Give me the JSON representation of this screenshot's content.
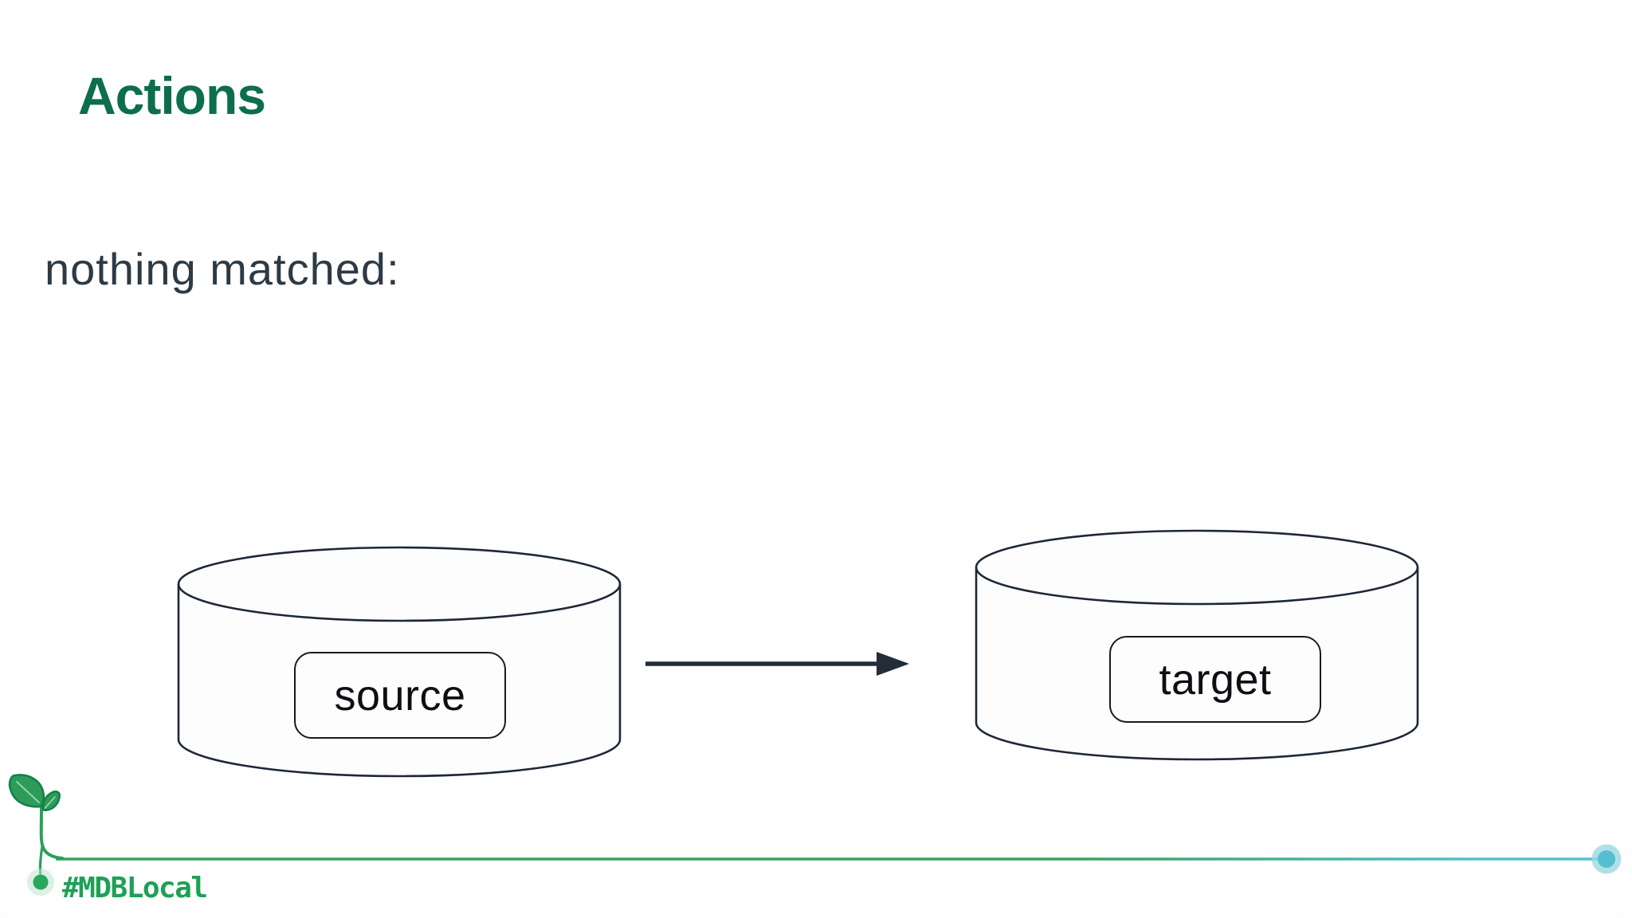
{
  "slide": {
    "title": "Actions",
    "subtitle": "nothing matched:"
  },
  "diagram": {
    "nodes": [
      {
        "id": "source",
        "label": "source",
        "shape": "database-cylinder"
      },
      {
        "id": "target",
        "label": "target",
        "shape": "database-cylinder"
      }
    ],
    "edges": [
      {
        "from": "source",
        "to": "target",
        "style": "solid-arrow",
        "color": "#232c39"
      }
    ]
  },
  "footer": {
    "hashtag": "#MDBLocal",
    "icons": [
      {
        "name": "sprout-icon",
        "color": "#2d9c59"
      },
      {
        "name": "timeline-start-dot",
        "color": "#2aa75c"
      },
      {
        "name": "timeline-end-dot",
        "color": "#54bfce"
      }
    ],
    "line": {
      "start_color": "#36a35f",
      "end_color": "#54c0cf"
    }
  },
  "colors": {
    "title_green": "#0d6e4e",
    "subtitle_slate": "#2c3a45",
    "outline_dark": "#1d2736",
    "hashtag_green": "#1da155"
  }
}
